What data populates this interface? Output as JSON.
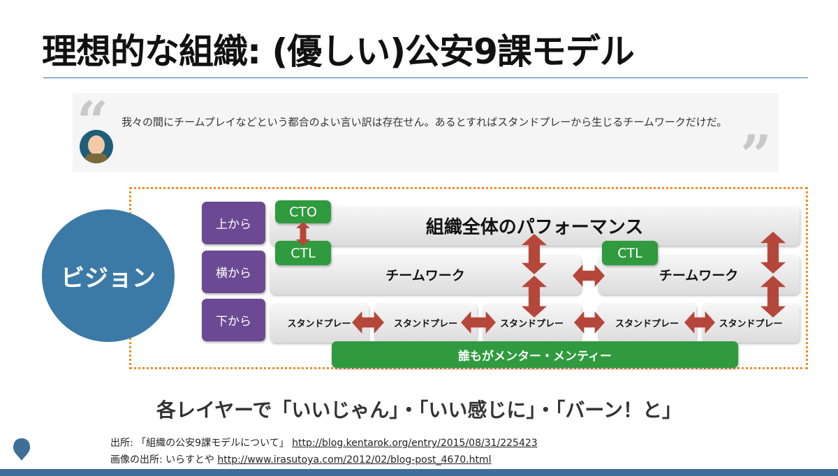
{
  "title": "理想的な組織: (優しい)公安9課モデル",
  "quote": {
    "open_mark": "“",
    "close_mark": "”",
    "text": "我々の間にチームプレイなどという都合のよい言い訳は存在せん。あるとすればスタンドプレーから生じるチームワークだけだ。"
  },
  "diagram": {
    "vision": "ビジョン",
    "layers": [
      "上から",
      "横から",
      "下から"
    ],
    "org_performance": "組織全体のパフォーマンス",
    "teamwork": [
      "チームワーク",
      "チームワーク"
    ],
    "standplay": [
      "スタンドプレー",
      "スタンドプレー",
      "スタンドプレー",
      "スタンドプレー",
      "スタンドプレー"
    ],
    "cto": "CTO",
    "ctl": [
      "CTL",
      "CTL"
    ],
    "mentor": "誰もがメンター・メンティー",
    "colors": {
      "vision": "#3b7aa6",
      "layer": "#6c4a93",
      "green": "#2f9a3e",
      "arrow": "#b5473a",
      "frame": "#f08c24"
    }
  },
  "tagline": "各レイヤーで「いいじゃん」・「いい感じに」・「バーン！と」",
  "sources": [
    {
      "label": "出所: 「組織の公安9課モデルについて」 ",
      "link": "http://blog.kentarok.org/entry/2015/08/31/225423"
    },
    {
      "label": "画像の出所: いらすとや ",
      "link": "http://www.irasutoya.com/2012/02/blog-post_4670.html"
    }
  ]
}
